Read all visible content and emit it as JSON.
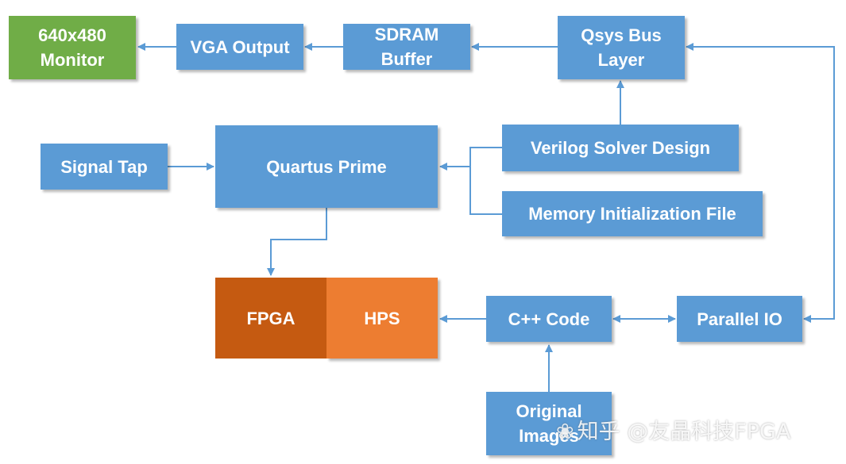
{
  "colors": {
    "box_blue": "#5b9bd5",
    "box_green": "#70ad47",
    "fpga": "#c55a11",
    "hps": "#ed7d31",
    "arrow": "#5b9bd5"
  },
  "nodes": {
    "monitor": "640x480\nMonitor",
    "vga_output": "VGA Output",
    "sdram_buffer": "SDRAM\nBuffer",
    "qsys_bus": "Qsys Bus\nLayer",
    "signal_tap": "Signal Tap",
    "quartus_prime": "Quartus Prime",
    "verilog_solver": "Verilog Solver Design",
    "memory_init": "Memory Initialization File",
    "fpga": "FPGA",
    "hps": "HPS",
    "cpp_code": "C++ Code",
    "parallel_io": "Parallel IO",
    "original_images": "Original\nImages"
  },
  "watermark": "知乎 @友晶科技FPGA"
}
